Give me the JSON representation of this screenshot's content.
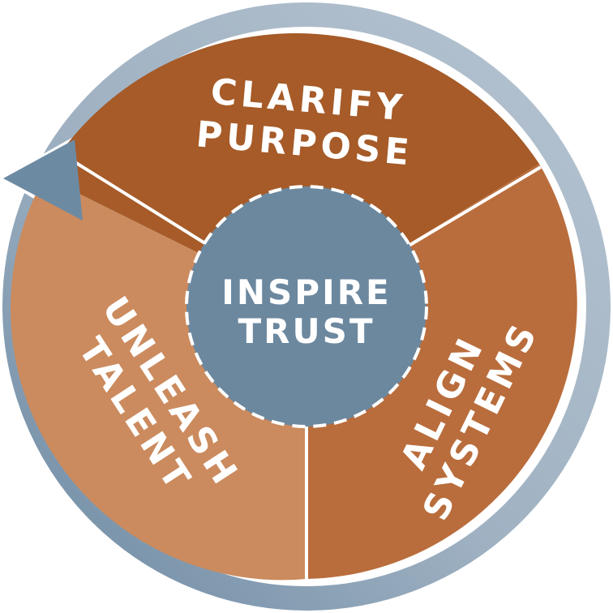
{
  "diagram": {
    "center": {
      "line1": "INSPIRE",
      "line2": "TRUST"
    },
    "segments": [
      {
        "id": "clarify",
        "line1": "CLARIFY",
        "line2": "PURPOSE",
        "color": "#a65b28"
      },
      {
        "id": "align",
        "line1": "ALIGN",
        "line2": "SYSTEMS",
        "color": "#b96d3c"
      },
      {
        "id": "unleash",
        "line1": "UNLEASH",
        "line2": "TALENT",
        "color": "#cb8b5e"
      }
    ],
    "colors": {
      "center_fill": "#6c889f",
      "ring_light": "#b6c4d1",
      "ring_dark": "#6d8aa3",
      "arrow": "#6d8aa3",
      "divider": "#ffffff"
    }
  }
}
